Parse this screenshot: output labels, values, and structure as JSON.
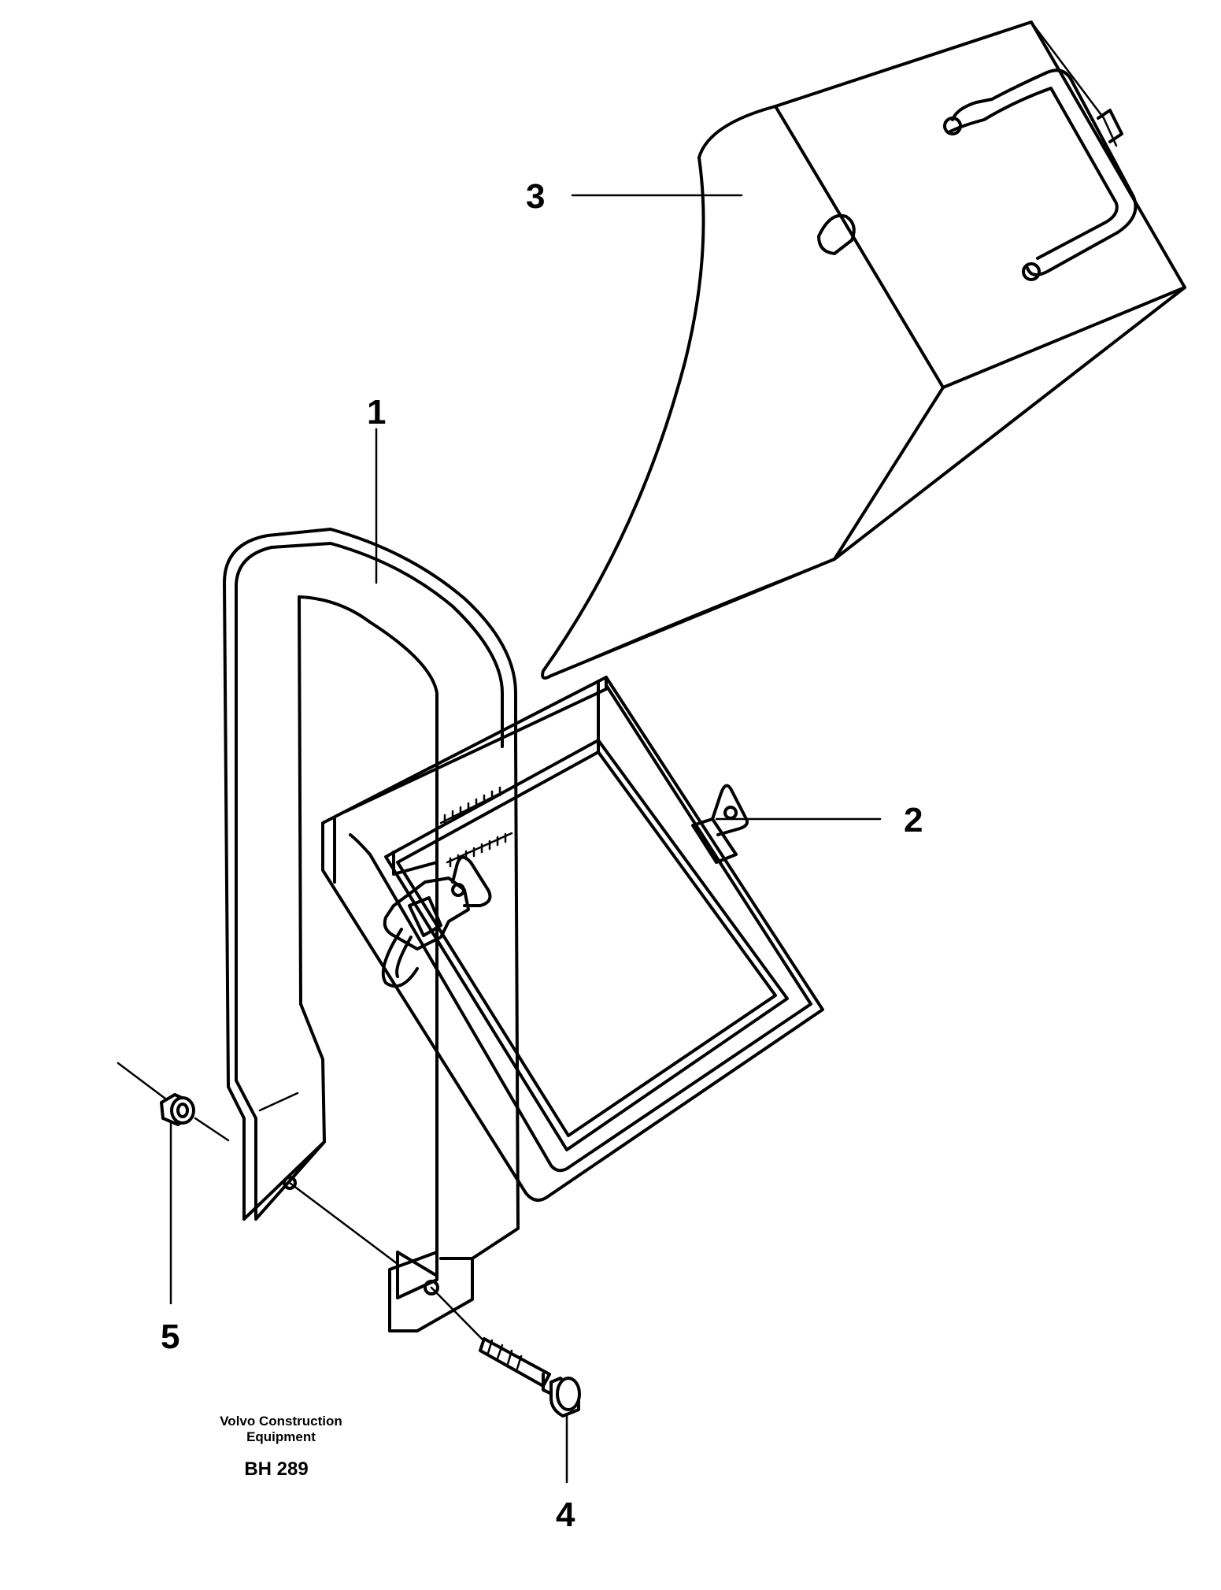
{
  "callouts": {
    "part_1": "1",
    "part_2": "2",
    "part_3": "3",
    "part_4": "4",
    "part_5": "5"
  },
  "credit": {
    "line1": "Volvo Construction",
    "line2": "Equipment"
  },
  "drawing_code": "BH 289"
}
